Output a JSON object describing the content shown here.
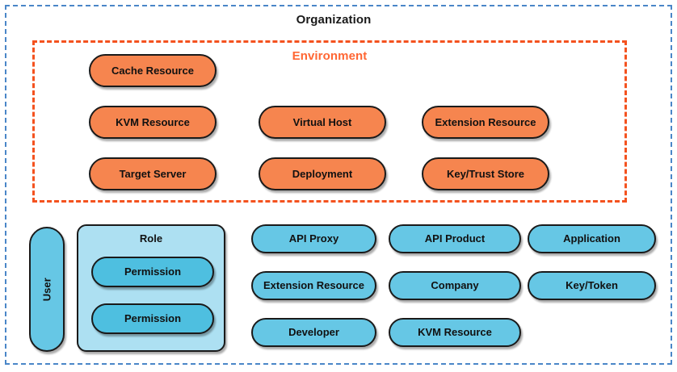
{
  "diagram": {
    "title": "Organization",
    "type": "entity-hierarchy-diagram",
    "colors": {
      "organization_border": "#4a86c8",
      "environment_border": "#f4521f",
      "environment_label": "#ff6633",
      "environment_node_fill": "#f6854f",
      "org_node_fill": "#66c7e5",
      "role_card_fill": "#ade0f2",
      "permission_fill": "#4ebfe0",
      "node_stroke": "#1a1a1a",
      "text": "#111111"
    }
  },
  "organization": {
    "label": "Organization",
    "environment": {
      "label": "Environment",
      "nodes": [
        {
          "label": "Cache Resource",
          "col": 1,
          "row": 1
        },
        {
          "label": "KVM Resource",
          "col": 1,
          "row": 2
        },
        {
          "label": "Target Server",
          "col": 1,
          "row": 3
        },
        {
          "label": "Virtual Host",
          "col": 2,
          "row": 2
        },
        {
          "label": "Deployment",
          "col": 2,
          "row": 3
        },
        {
          "label": "Extension Resource",
          "col": 3,
          "row": 2
        },
        {
          "label": "Key/Trust Store",
          "col": 3,
          "row": 3
        }
      ]
    },
    "user": {
      "label": "User",
      "orientation": "vertical"
    },
    "role": {
      "label": "Role",
      "permissions": [
        {
          "label": "Permission"
        },
        {
          "label": "Permission"
        }
      ]
    },
    "org_nodes": [
      {
        "label": "API Proxy",
        "col": 1,
        "row": 1
      },
      {
        "label": "API Product",
        "col": 2,
        "row": 1
      },
      {
        "label": "Application",
        "col": 3,
        "row": 1
      },
      {
        "label": "Extension Resource",
        "col": 1,
        "row": 2
      },
      {
        "label": "Company",
        "col": 2,
        "row": 2
      },
      {
        "label": "Key/Token",
        "col": 3,
        "row": 2
      },
      {
        "label": "Developer",
        "col": 1,
        "row": 3
      },
      {
        "label": "KVM Resource",
        "col": 2,
        "row": 3
      }
    ]
  }
}
